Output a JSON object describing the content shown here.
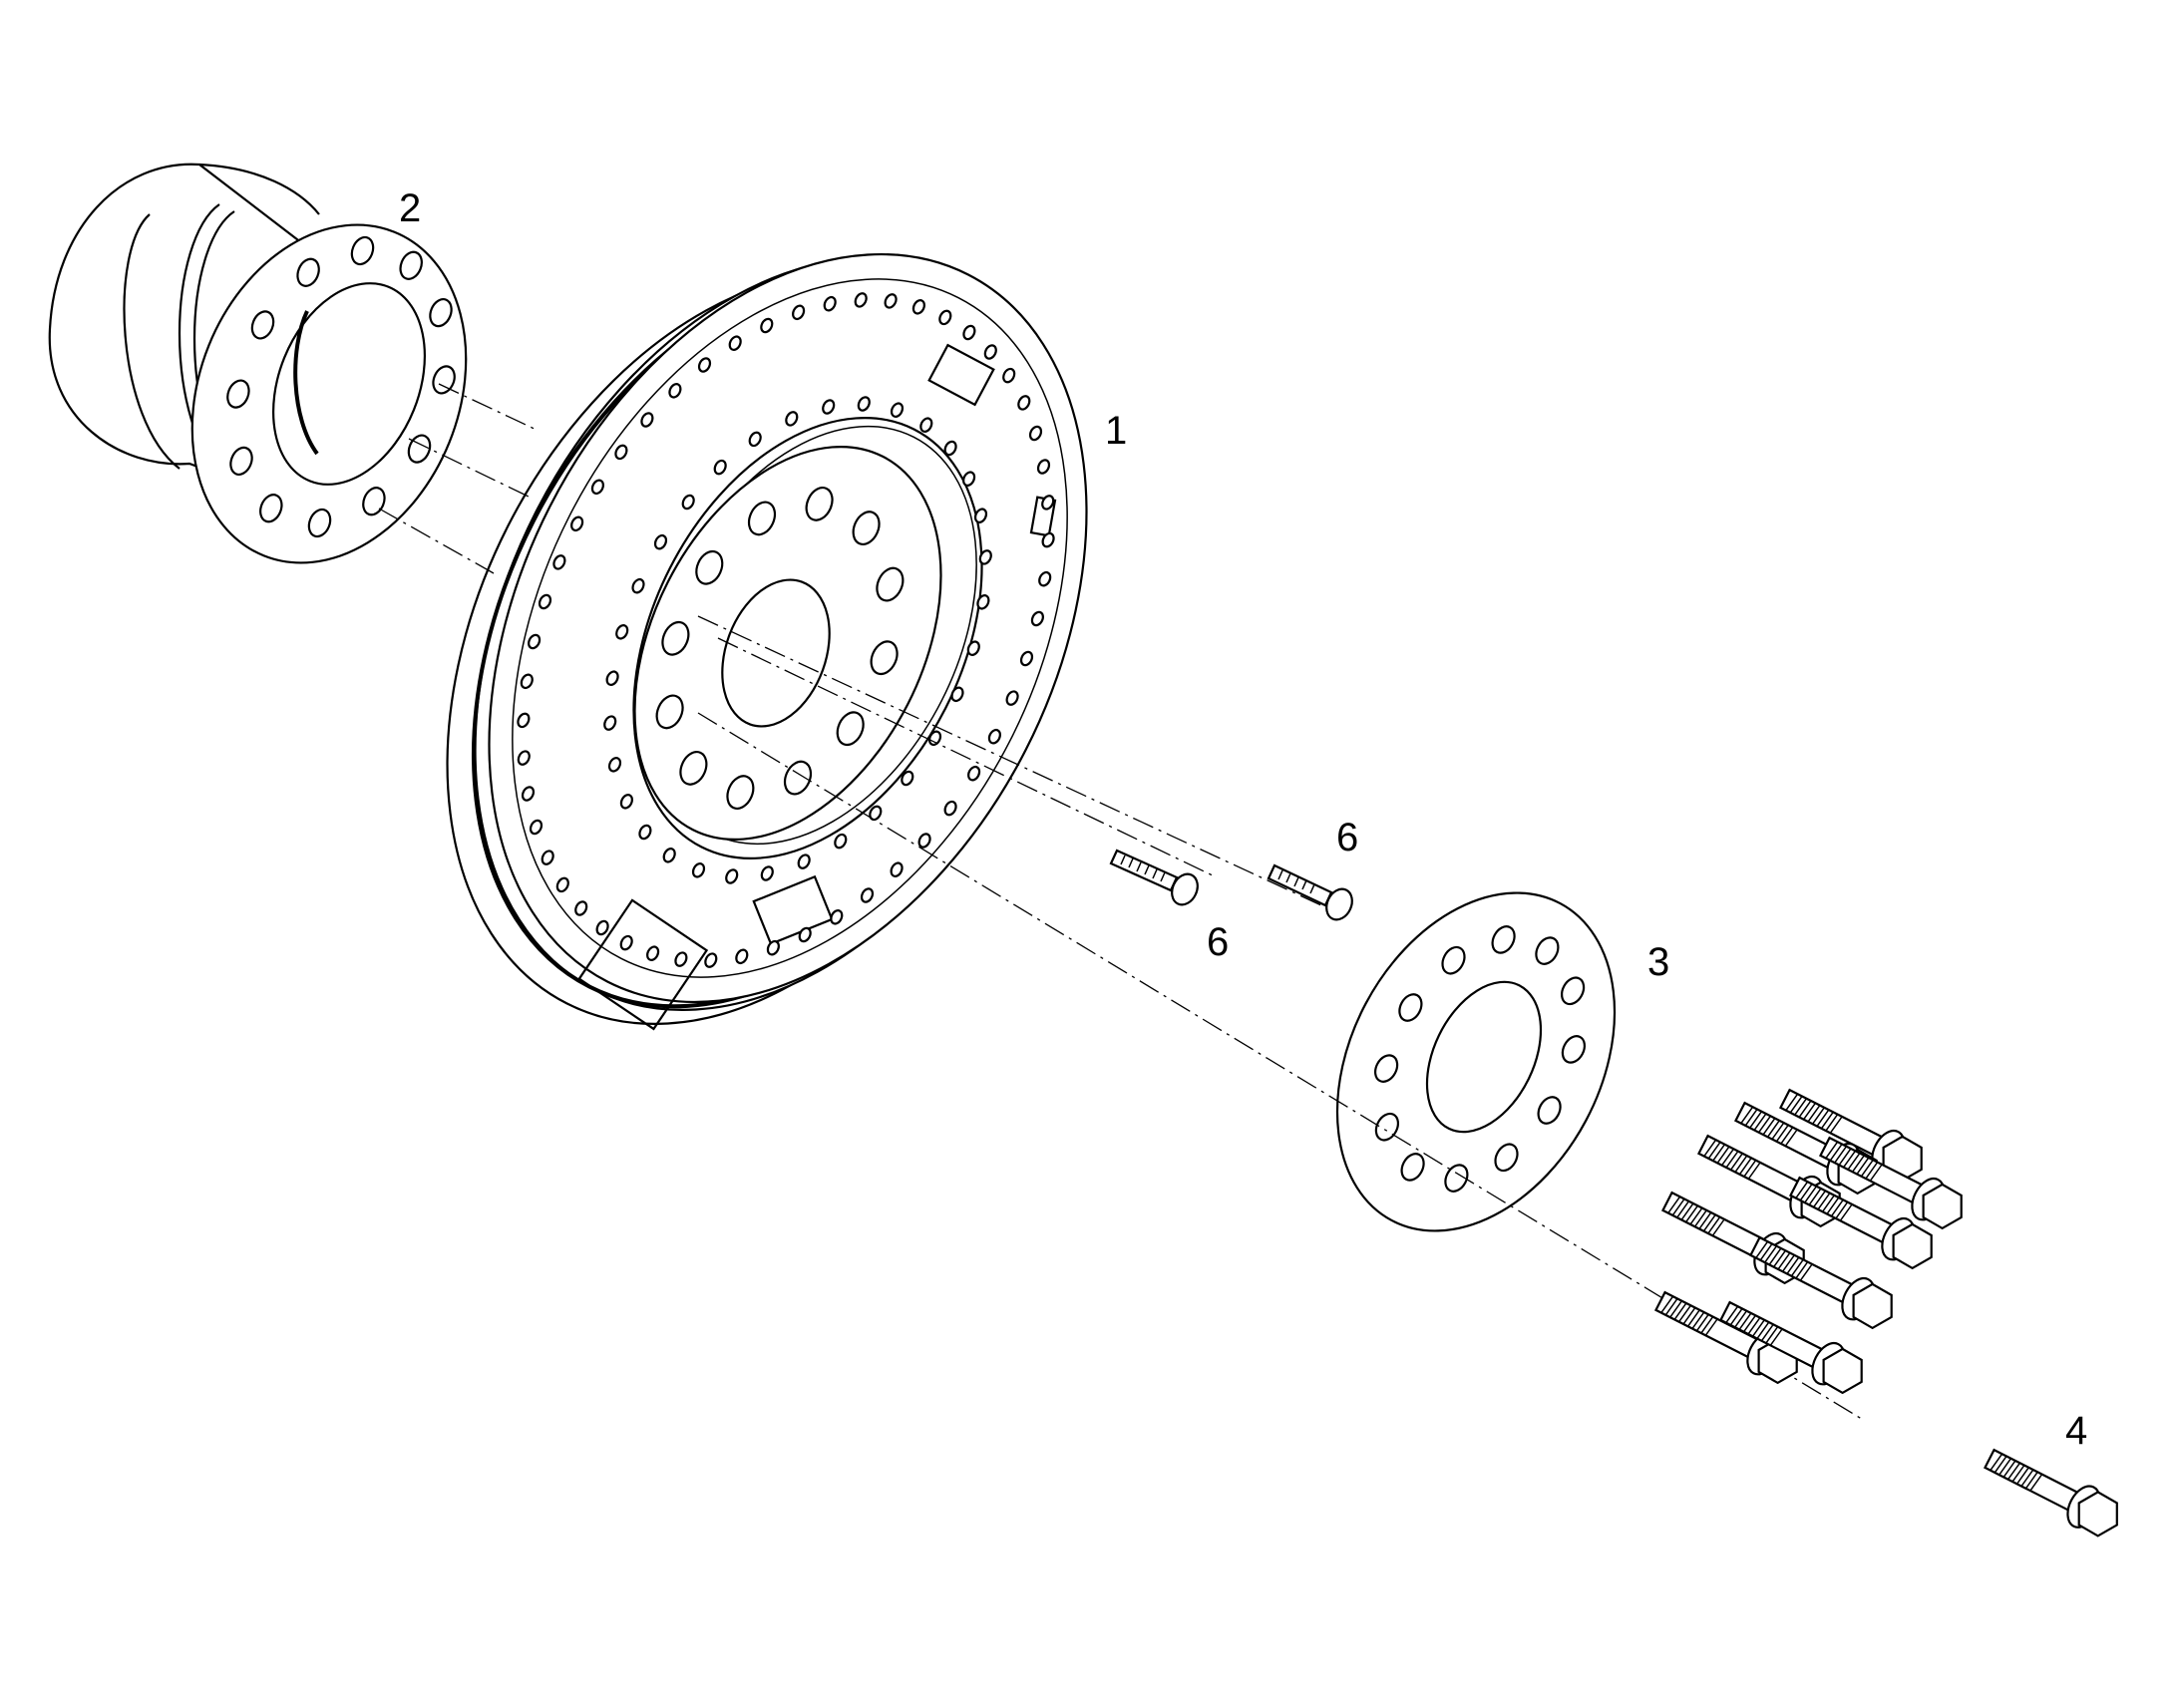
{
  "callouts": {
    "part_1": "1",
    "part_2": "2",
    "part_3": "3",
    "part_4": "4",
    "part_6_upper": "6",
    "part_6_lower": "6"
  }
}
